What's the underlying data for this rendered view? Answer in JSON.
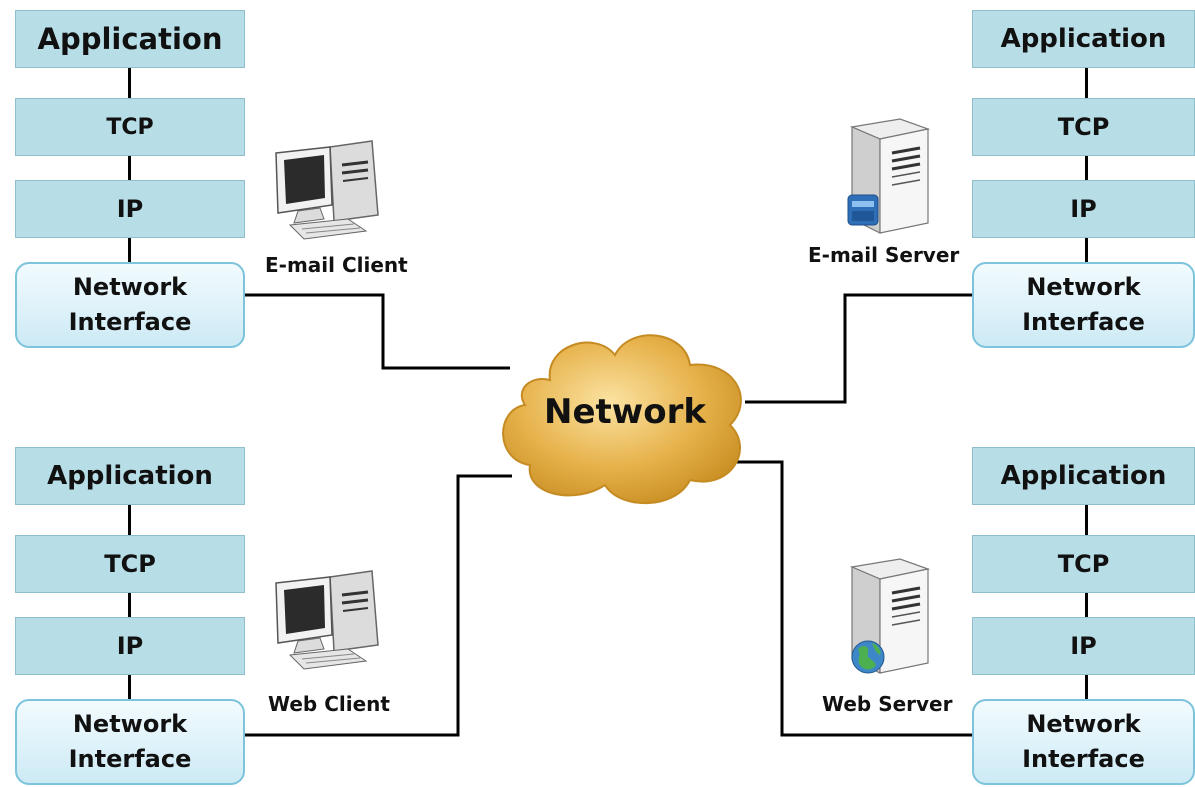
{
  "stacks": {
    "top_left": {
      "application": "Application",
      "tcp": "TCP",
      "ip": "IP",
      "network_interface": "Network Interface"
    },
    "top_right": {
      "application": "Application",
      "tcp": "TCP",
      "ip": "IP",
      "network_interface": "Network Interface"
    },
    "bottom_left": {
      "application": "Application",
      "tcp": "TCP",
      "ip": "IP",
      "network_interface": "Network Interface"
    },
    "bottom_right": {
      "application": "Application",
      "tcp": "TCP",
      "ip": "IP",
      "network_interface": "Network Interface"
    }
  },
  "devices": {
    "email_client": {
      "label": "E-mail Client",
      "icon": "desktop-computer-icon"
    },
    "email_server": {
      "label": "E-mail Server",
      "icon": "mail-server-icon"
    },
    "web_client": {
      "label": "Web Client",
      "icon": "desktop-computer-icon"
    },
    "web_server": {
      "label": "Web Server",
      "icon": "web-server-icon"
    }
  },
  "network": {
    "label": "Network",
    "icon": "cloud-icon"
  },
  "colors": {
    "layer_fill": "#b7dde6",
    "interface_border": "#7cc3db",
    "cloud_fill": "#e6b14a",
    "line": "#000000"
  }
}
